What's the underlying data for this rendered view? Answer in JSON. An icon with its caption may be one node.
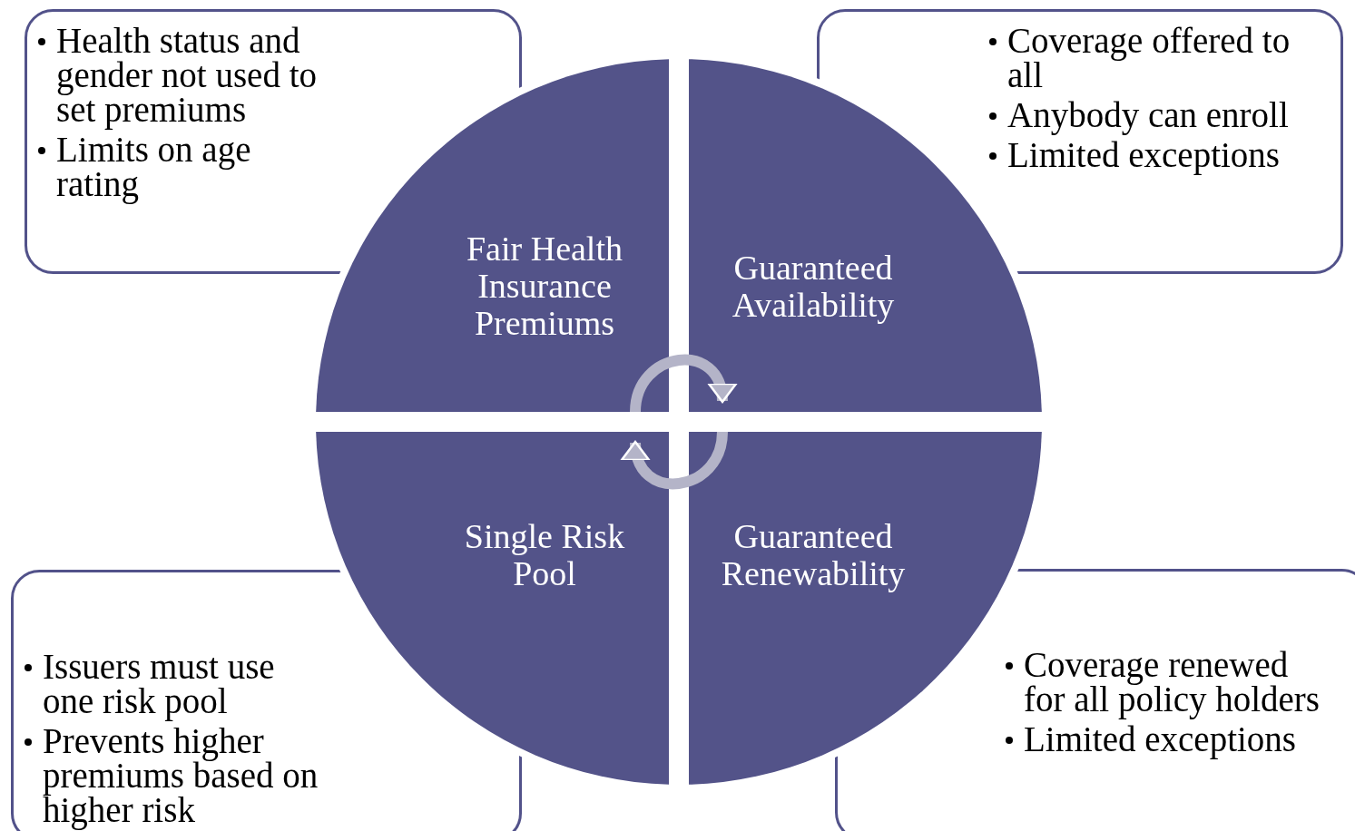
{
  "diagram": {
    "nodes": [
      {
        "text": [
          "Health status and gender not used to set premiums",
          "Limits on age rating"
        ]
      },
      {
        "text": [
          "Coverage offered to all",
          "Anybody can enroll",
          "Limited exceptions"
        ]
      },
      {
        "text": [
          "Fair Health Insurance Premiums"
        ]
      },
      {
        "text": [
          "Guaranteed Availability"
        ]
      },
      {
        "text": [
          "Single Risk Pool"
        ]
      },
      {
        "text": [
          "Guaranteed Renewability"
        ]
      },
      {
        "text": [
          "Issuers must use one risk pool",
          "Prevents higher premiums based on higher risk"
        ]
      },
      {
        "text": [
          "Coverage renewed for all policy holders",
          "Limited exceptions"
        ]
      }
    ],
    "edges": [
      {
        "from": 2,
        "to": 3,
        "arrow": "to"
      },
      {
        "from": 5,
        "to": 4,
        "arrow": "to"
      }
    ]
  }
}
